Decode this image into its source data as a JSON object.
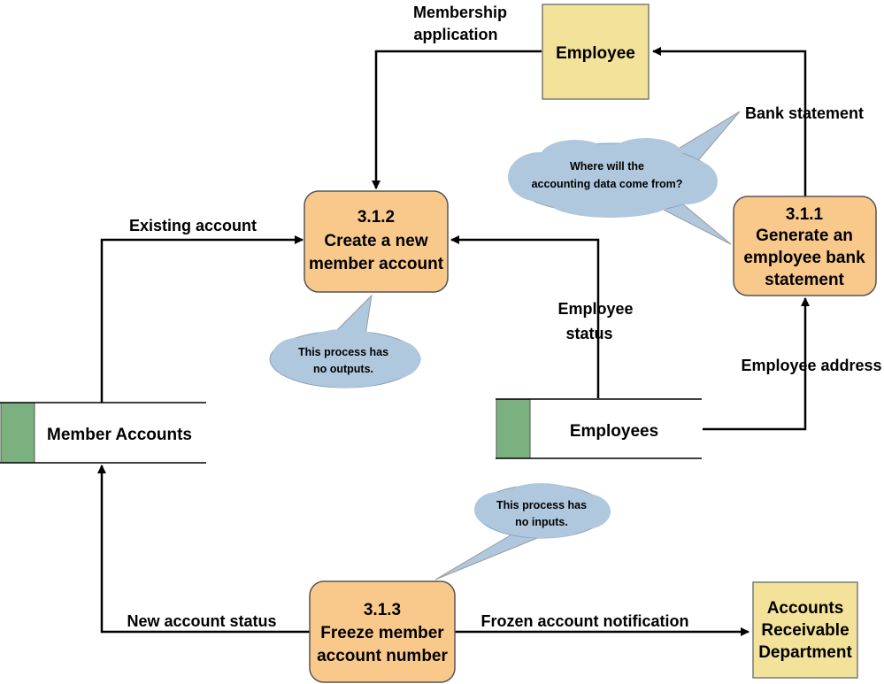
{
  "entities": {
    "employee": {
      "label": "Employee"
    },
    "accounts_receivable": {
      "lines": [
        "Accounts",
        "Receivable",
        "Department"
      ]
    }
  },
  "processes": {
    "p311": {
      "lines": [
        "3.1.1",
        "Generate an",
        "employee bank",
        "statement"
      ]
    },
    "p312": {
      "lines": [
        "3.1.2",
        "Create a new",
        "member account"
      ]
    },
    "p313": {
      "lines": [
        "3.1.3",
        "Freeze member",
        "account number"
      ]
    }
  },
  "data_stores": {
    "member_accounts": {
      "label": "Member Accounts"
    },
    "employees": {
      "label": "Employees"
    }
  },
  "flows": {
    "membership_application": [
      "Membership",
      "application"
    ],
    "existing_account": "Existing account",
    "employee_status": [
      "Employee",
      "status"
    ],
    "bank_statement": "Bank statement",
    "employee_address": "Employee  address",
    "new_account_status": "New account status",
    "frozen_account_notification": "Frozen account notification"
  },
  "annotations": {
    "accounting_data": [
      "Where will the",
      "accounting data come from?"
    ],
    "no_outputs": [
      "This process has",
      "no outputs."
    ],
    "no_inputs": [
      "This process has",
      "no inputs."
    ]
  },
  "colors": {
    "process_fill": "#f9c98c",
    "entity_fill": "#f3e299",
    "store_tab": "#7bb07f",
    "cloud_fill": "#b0c8dd",
    "line": "#000000"
  }
}
